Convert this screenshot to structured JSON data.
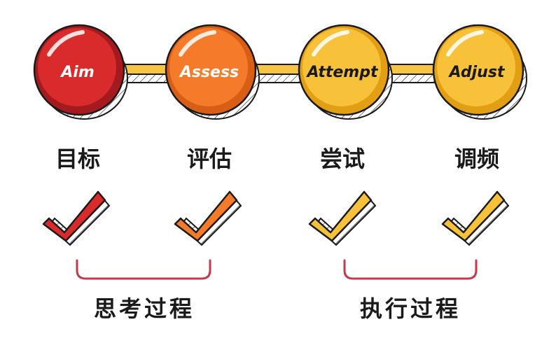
{
  "steps": [
    {
      "en": "Aim",
      "cn": "目标",
      "fill": "#d92b2b",
      "rim": "#a51a1f",
      "text_color": "#ffffff"
    },
    {
      "en": "Assess",
      "cn": "评估",
      "fill": "#f57a2a",
      "rim": "#d85e16",
      "text_color": "#ffffff"
    },
    {
      "en": "Attempt",
      "cn": "尝试",
      "fill": "#f8c13a",
      "rim": "#e39f14",
      "text_color": "#1a1a1a"
    },
    {
      "en": "Adjust",
      "cn": "调频",
      "fill": "#f8c13a",
      "rim": "#e39f14",
      "text_color": "#1a1a1a"
    }
  ],
  "groups": [
    {
      "label": "思考过程"
    },
    {
      "label": "执行过程"
    }
  ],
  "colors": {
    "connector": "#f6c544",
    "bracket": "#c8374a",
    "outline": "#1a1a1a"
  },
  "icons": {
    "check": "checkmark-icon"
  }
}
